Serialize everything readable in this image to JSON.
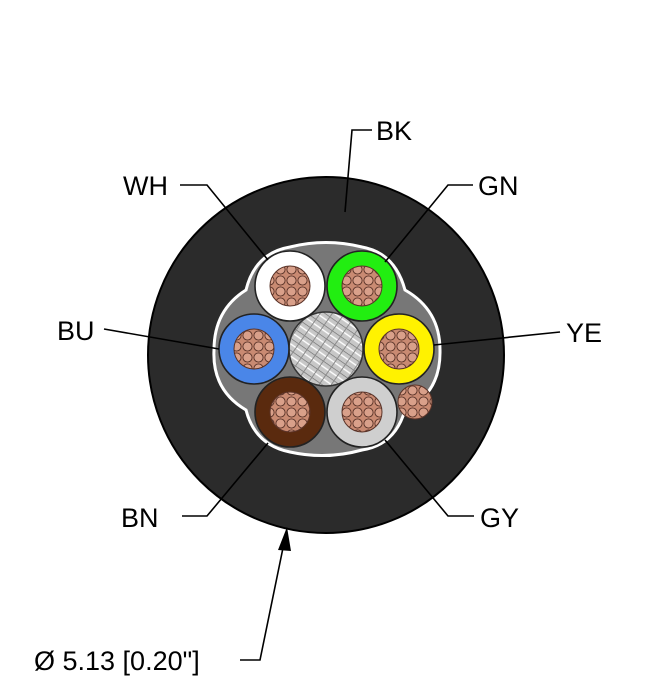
{
  "labels": {
    "bk": "BK",
    "wh": "WH",
    "gn": "GN",
    "bu": "BU",
    "ye": "YE",
    "bn": "BN",
    "gy": "GY"
  },
  "dimension": "Ø 5.13 [0.20\"]",
  "colors": {
    "jacket": "#2b2b2b",
    "white_conductor": "#ffffff",
    "green_conductor": "#22ee11",
    "blue_conductor": "#4a86e8",
    "yellow_conductor": "#fff200",
    "brown_conductor": "#5a2a0e",
    "gray_conductor": "#cfcfcf",
    "filler": "#bdbdbd",
    "copper": "#c98a72"
  }
}
